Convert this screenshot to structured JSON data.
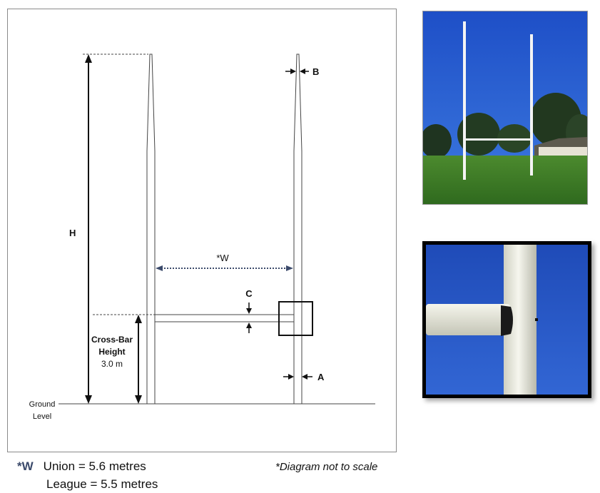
{
  "diagram": {
    "label_h": "H",
    "label_b": "B",
    "label_w": "*W",
    "label_c": "C",
    "label_a": "A",
    "crossbar_line1": "Cross-Bar",
    "crossbar_line2": "Height",
    "crossbar_value": "3.0 m",
    "ground_line1": "Ground",
    "ground_line2": "Level"
  },
  "legend": {
    "key": "*W",
    "union": "Union = 5.6 metres",
    "league": "League = 5.5 metres"
  },
  "note": "*Diagram not to scale"
}
